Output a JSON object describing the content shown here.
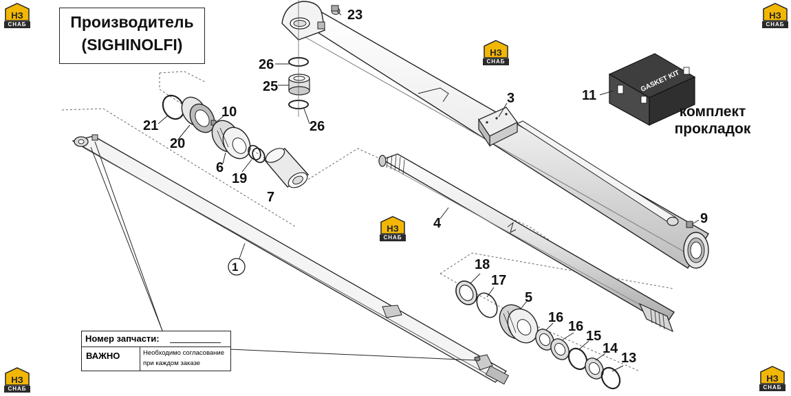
{
  "manufacturer": {
    "line1": "Производитель",
    "line2": "(SIGHINOLFI)"
  },
  "kit": {
    "box_text": "GASKET KIT",
    "caption_line1": "комплект",
    "caption_line2": "прокладок"
  },
  "part_number_box": {
    "title": "Номер запчасти:",
    "important": "ВАЖНО",
    "note_line1": "Необходимо согласование",
    "note_line2": "при каждом заказе"
  },
  "logo": {
    "mark": "НЗ",
    "text": "СНАБ",
    "color": "#f2b705"
  },
  "parts": {
    "p1": "1",
    "p3": "3",
    "p4": "4",
    "p5": "5",
    "p6": "6",
    "p7": "7",
    "p9": "9",
    "p10": "10",
    "p11": "11",
    "p13": "13",
    "p14": "14",
    "p15": "15",
    "p16a": "16",
    "p16b": "16",
    "p17": "17",
    "p18": "18",
    "p19": "19",
    "p20": "20",
    "p21": "21",
    "p23": "23",
    "p25": "25",
    "p26a": "26",
    "p26b": "26"
  }
}
